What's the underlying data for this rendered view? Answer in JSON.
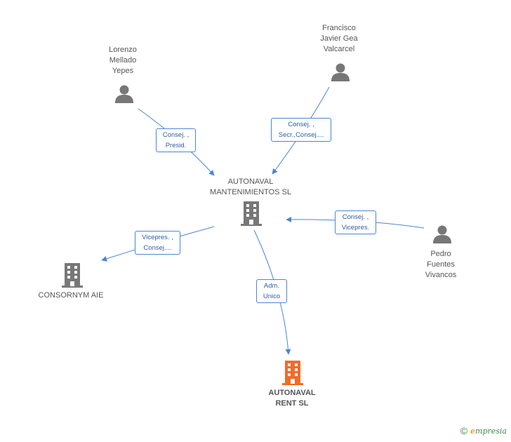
{
  "nodes": {
    "lorenzo": {
      "lines": [
        "Lorenzo",
        "Mellado",
        "Yepes"
      ],
      "type": "person"
    },
    "francisco": {
      "lines": [
        "Francisco",
        "Javier Gea",
        "Valcarcel"
      ],
      "type": "person"
    },
    "pedro": {
      "lines": [
        "Pedro",
        "Fuentes",
        "Vivancos"
      ],
      "type": "person"
    },
    "autonaval_mant": {
      "lines": [
        "AUTONAVAL",
        "MANTENIMIENTOS SL"
      ],
      "type": "company"
    },
    "consornym": {
      "lines": [
        "CONSORNYM AIE"
      ],
      "type": "company"
    },
    "autonaval_rent": {
      "lines": [
        "AUTONAVAL",
        "RENT SL"
      ],
      "type": "company-highlight"
    }
  },
  "edges": [
    {
      "from": "lorenzo",
      "to": "autonaval_mant",
      "lines": [
        "Consej. ,",
        "Presid."
      ]
    },
    {
      "from": "francisco",
      "to": "autonaval_mant",
      "lines": [
        "Consej. ,",
        "Secr.,Consej...."
      ]
    },
    {
      "from": "pedro",
      "to": "autonaval_mant",
      "lines": [
        "Consej. ,",
        "Vicepres."
      ]
    },
    {
      "from": "autonaval_mant",
      "to": "consornym",
      "lines": [
        "Vicepres. ,",
        "Consej...."
      ]
    },
    {
      "from": "autonaval_mant",
      "to": "autonaval_rent",
      "lines": [
        "Adm.",
        "Unico"
      ]
    }
  ],
  "colors": {
    "edge": "#4a86d4",
    "icon_gray": "#777777",
    "icon_highlight": "#f26b2a",
    "brand_green": "#3a8a4a",
    "brand_orange": "#f0a020"
  },
  "footer": {
    "symbol": "©",
    "brand_initial": "e",
    "brand_rest": "mpresia"
  }
}
